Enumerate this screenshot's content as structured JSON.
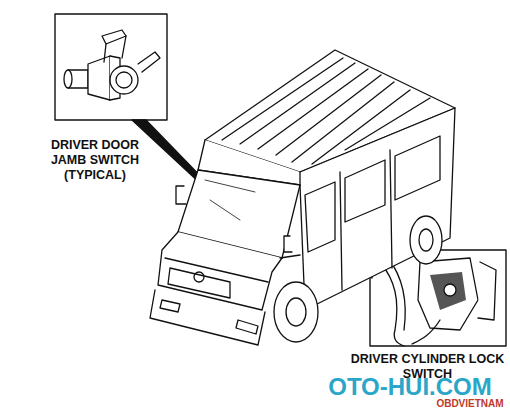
{
  "diagram": {
    "labels": [
      "DRIVER DOOR JAMB SWITCH (TYPICAL)",
      "DRIVER CYLINDER LOCK SWITCH",
      "OTO-HUI.COM",
      "OBDVIETNAM"
    ]
  }
}
